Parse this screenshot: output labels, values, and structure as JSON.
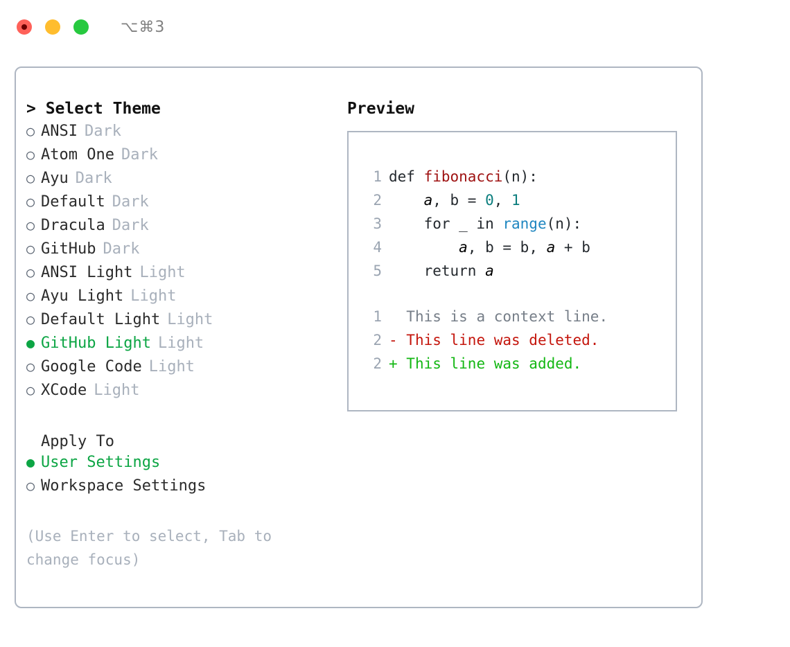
{
  "titlebar": {
    "shortcut": "⌥⌘3",
    "buttons": [
      {
        "name": "close",
        "color": "#ff6159"
      },
      {
        "name": "minimize",
        "color": "#ffbd2e"
      },
      {
        "name": "maximize",
        "color": "#27c93f"
      }
    ]
  },
  "theme_panel": {
    "header": "> Select Theme",
    "selected_color": "#0ca544",
    "variant_color": "#a8b0bb",
    "options": [
      {
        "label": "ANSI",
        "variant": "Dark",
        "selected": false,
        "bullet": "○"
      },
      {
        "label": "Atom One",
        "variant": "Dark",
        "selected": false,
        "bullet": "○"
      },
      {
        "label": "Ayu",
        "variant": "Dark",
        "selected": false,
        "bullet": "○"
      },
      {
        "label": "Default",
        "variant": "Dark",
        "selected": false,
        "bullet": "○"
      },
      {
        "label": "Dracula",
        "variant": "Dark",
        "selected": false,
        "bullet": "○"
      },
      {
        "label": "GitHub",
        "variant": "Dark",
        "selected": false,
        "bullet": "○"
      },
      {
        "label": "ANSI Light",
        "variant": "Light",
        "selected": false,
        "bullet": "○"
      },
      {
        "label": "Ayu Light",
        "variant": "Light",
        "selected": false,
        "bullet": "○"
      },
      {
        "label": "Default Light",
        "variant": "Light",
        "selected": false,
        "bullet": "○"
      },
      {
        "label": "GitHub Light",
        "variant": "Light",
        "selected": true,
        "bullet": "●"
      },
      {
        "label": "Google Code",
        "variant": "Light",
        "selected": false,
        "bullet": "○"
      },
      {
        "label": "XCode",
        "variant": "Light",
        "selected": false,
        "bullet": "○"
      }
    ]
  },
  "apply_to": {
    "label": "Apply To",
    "options": [
      {
        "label": "User Settings",
        "selected": true,
        "bullet": "●"
      },
      {
        "label": "Workspace Settings",
        "selected": false,
        "bullet": "○"
      }
    ]
  },
  "hint": "(Use Enter to select, Tab to change focus)",
  "preview": {
    "header": "Preview",
    "code_lines": [
      {
        "num": "1",
        "tokens": [
          {
            "t": "def ",
            "cls": "code-text"
          },
          {
            "t": "fibonacci",
            "cls": "tok-fn"
          },
          {
            "t": "(n):",
            "cls": "code-text"
          }
        ]
      },
      {
        "num": "2",
        "tokens": [
          {
            "t": "    ",
            "cls": "code-text"
          },
          {
            "t": "a",
            "cls": "tok-var"
          },
          {
            "t": ", b = ",
            "cls": "code-text"
          },
          {
            "t": "0",
            "cls": "tok-num"
          },
          {
            "t": ", ",
            "cls": "code-text"
          },
          {
            "t": "1",
            "cls": "tok-num"
          }
        ]
      },
      {
        "num": "3",
        "tokens": [
          {
            "t": "    for _ in ",
            "cls": "code-text"
          },
          {
            "t": "range",
            "cls": "tok-call"
          },
          {
            "t": "(n):",
            "cls": "code-text"
          }
        ]
      },
      {
        "num": "4",
        "tokens": [
          {
            "t": "        ",
            "cls": "code-text"
          },
          {
            "t": "a",
            "cls": "tok-var"
          },
          {
            "t": ", b = b, ",
            "cls": "code-text"
          },
          {
            "t": "a",
            "cls": "tok-var"
          },
          {
            "t": " + b",
            "cls": "code-text"
          }
        ]
      },
      {
        "num": "5",
        "tokens": [
          {
            "t": "    return ",
            "cls": "code-text"
          },
          {
            "t": "a",
            "cls": "tok-var"
          }
        ]
      }
    ],
    "diff_lines": [
      {
        "num": "1",
        "marker": " ",
        "text": " This is a context line.",
        "kind": "diff-context"
      },
      {
        "num": "2",
        "marker": "-",
        "text": " This line was deleted.",
        "kind": "diff-del"
      },
      {
        "num": "2",
        "marker": "+",
        "text": " This line was added.",
        "kind": "diff-add"
      }
    ],
    "syntax_colors": {
      "function": "#9e1111",
      "number": "#0a7d7d",
      "builtin": "#1f86c0",
      "text": "#24292e",
      "gutter": "#9aa4b1",
      "diff_context": "#767e88",
      "diff_delete": "#c4150c",
      "diff_add": "#13b713"
    }
  }
}
